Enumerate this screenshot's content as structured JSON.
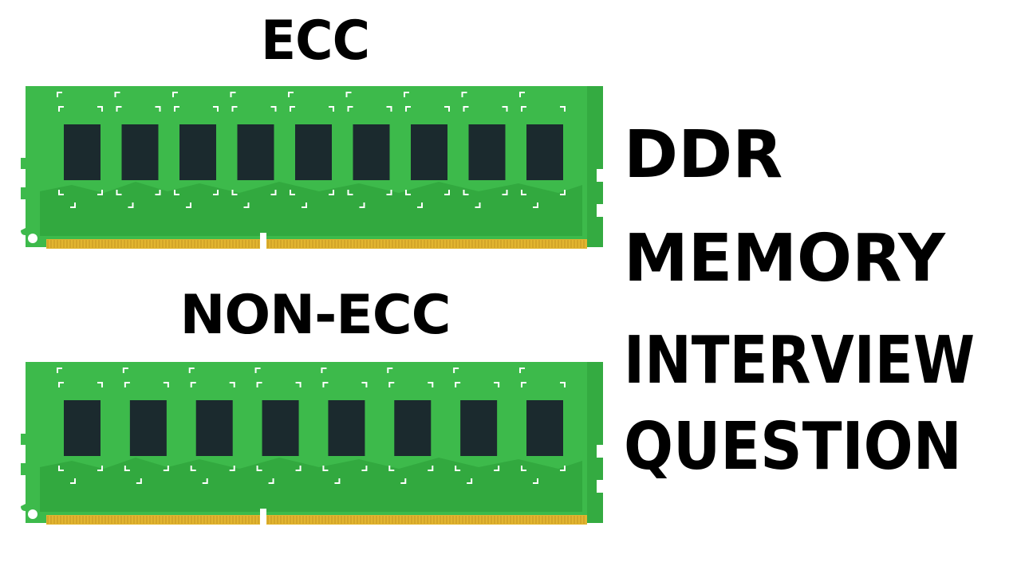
{
  "labels": {
    "ecc": "ECC",
    "non_ecc": "NON-ECC"
  },
  "title_lines": [
    "DDR",
    "MEMORY",
    "INTERVIEW",
    "QUESTION"
  ],
  "modules": {
    "ecc": {
      "chip_count": 9
    },
    "non_ecc": {
      "chip_count": 8
    }
  },
  "colors": {
    "pcb": "#3dba4b",
    "pcb_dark": "#2a9a36",
    "chip": "#1b2a2e",
    "contacts": "#e2b530",
    "text": "#000000"
  }
}
